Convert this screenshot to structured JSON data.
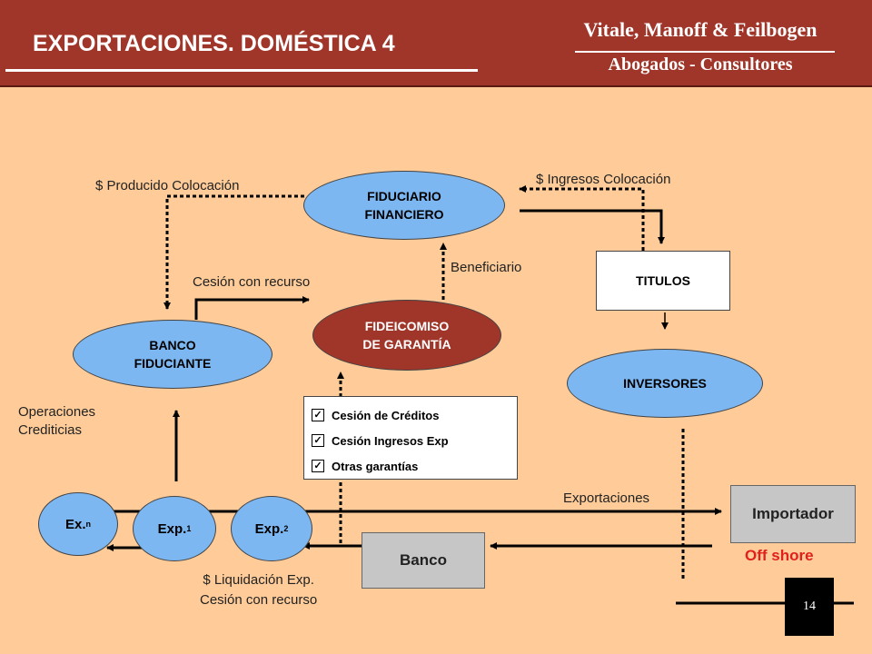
{
  "header": {
    "title": "EXPORTACIONES. DOMÉSTICA 4",
    "firm_name": "Vitale, Manoff & Feilbogen",
    "firm_tagline": "Abogados - Consultores"
  },
  "nodes": {
    "fiduciario": [
      "FIDUCIARIO",
      "FINANCIERO"
    ],
    "fideicomiso": [
      "FIDEICOMISO",
      "DE GARANTÍA"
    ],
    "banco_fiduciante": [
      "BANCO",
      "FIDUCIANTE"
    ],
    "titulos": "TITULOS",
    "inversores": "INVERSORES",
    "importador": "Importador",
    "banco": "Banco",
    "exn": {
      "main": "Ex.",
      "sub": "n"
    },
    "exp1": {
      "main": "Exp.",
      "sub": "1"
    },
    "exp2": {
      "main": "Exp.",
      "sub": "2"
    }
  },
  "labels": {
    "producido": "$ Producido Colocación",
    "ingresos": "$ Ingresos Colocación",
    "cesion_recurso": "Cesión con recurso",
    "beneficiario": "Beneficiario",
    "operaciones": [
      "Operaciones",
      "Crediticias"
    ],
    "exportaciones": "Exportaciones",
    "liquidacion": [
      "$ Liquidación Exp.",
      "Cesión con recurso"
    ],
    "offshore": "Off shore"
  },
  "checklist": [
    "Cesión de Créditos",
    "Cesión Ingresos Exp",
    "Otras garantías"
  ],
  "page_number": "14",
  "colors": {
    "header": "#A0362A",
    "background": "#FFCC99",
    "ellipse": "#7DB7F2",
    "offshore": "#E0201A"
  }
}
